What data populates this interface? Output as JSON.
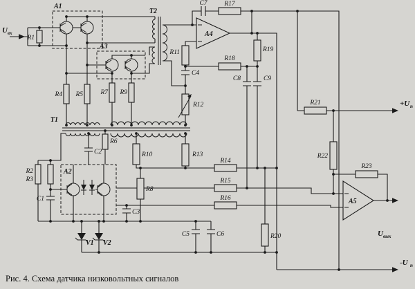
{
  "caption": "Рис. 4. Схема датчика низковольтных сигналов",
  "terminals": {
    "input_main": "U",
    "input_sub": "вх",
    "output_main": "U",
    "output_sub": "вых",
    "vplus_main": "+U",
    "vplus_sub": "п",
    "vminus_main": "-U",
    "vminus_sub": "п"
  },
  "components": {
    "A1": "A1",
    "A2": "A2",
    "A3": "A3",
    "A4": "A4",
    "A5": "A5",
    "T1": "T1",
    "T2": "T2",
    "R1": "R1",
    "R2": "R2",
    "R3": "R3",
    "R4": "R4",
    "R5": "R5",
    "R6": "R6",
    "R7": "R7",
    "R8": "R8",
    "R9": "R9",
    "R10": "R10",
    "R11": "R11",
    "R12": "R12",
    "R13": "R13",
    "R14": "R14",
    "R15": "R15",
    "R16": "R16",
    "R17": "R17",
    "R18": "R18",
    "R19": "R19",
    "R20": "R20",
    "R21": "R21",
    "R22": "R22",
    "R23": "R23",
    "C1": "C1",
    "C2": "C2",
    "C3": "C3",
    "C4": "C4",
    "C5": "C5",
    "C6": "C6",
    "C7": "C7",
    "C8": "C8",
    "C9": "C9",
    "V1": "V1",
    "V2": "V2"
  }
}
